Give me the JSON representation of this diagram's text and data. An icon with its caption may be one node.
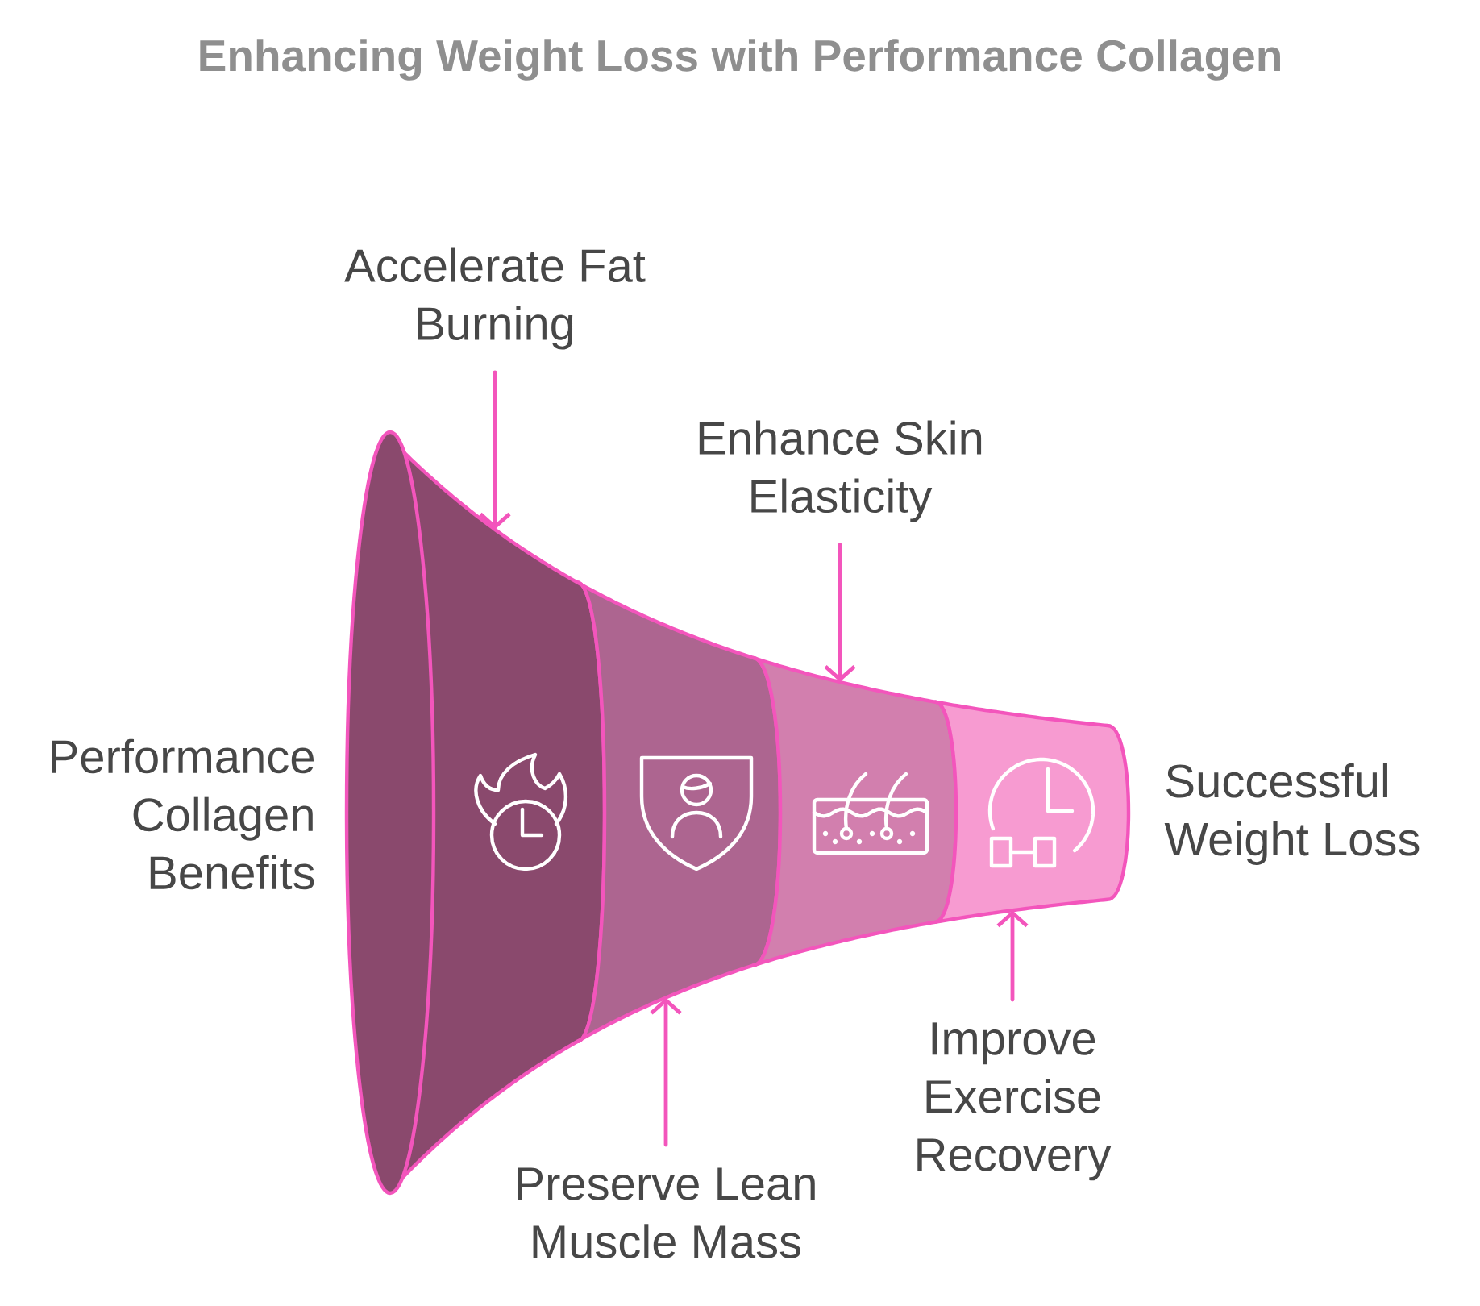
{
  "diagram": {
    "title": "Enhancing Weight Loss with Performance Collagen",
    "nodes": [
      {
        "text": [
          "Accelerate Fat Burning"
        ]
      },
      {
        "text": [
          "Enhance Skin Elasticity"
        ]
      },
      {
        "text": [],
        "shape": "band",
        "beside": [
          "Performance Collagen Benefits"
        ]
      },
      {
        "text": [],
        "shape": "band"
      },
      {
        "text": [],
        "shape": "band"
      },
      {
        "text": [],
        "shape": "band",
        "beside": [
          "Successful Weight Loss"
        ]
      },
      {
        "text": [
          "Preserve Lean Muscle Mass"
        ]
      },
      {
        "text": [
          "Improve Exercise Recovery"
        ]
      }
    ],
    "edges": [
      {
        "from": 0,
        "to": 2,
        "arrow": "to"
      },
      {
        "from": 1,
        "to": 4,
        "arrow": "to"
      },
      {
        "from": 6,
        "to": 3,
        "arrow": "to"
      },
      {
        "from": 7,
        "to": 5,
        "arrow": "to"
      }
    ]
  }
}
